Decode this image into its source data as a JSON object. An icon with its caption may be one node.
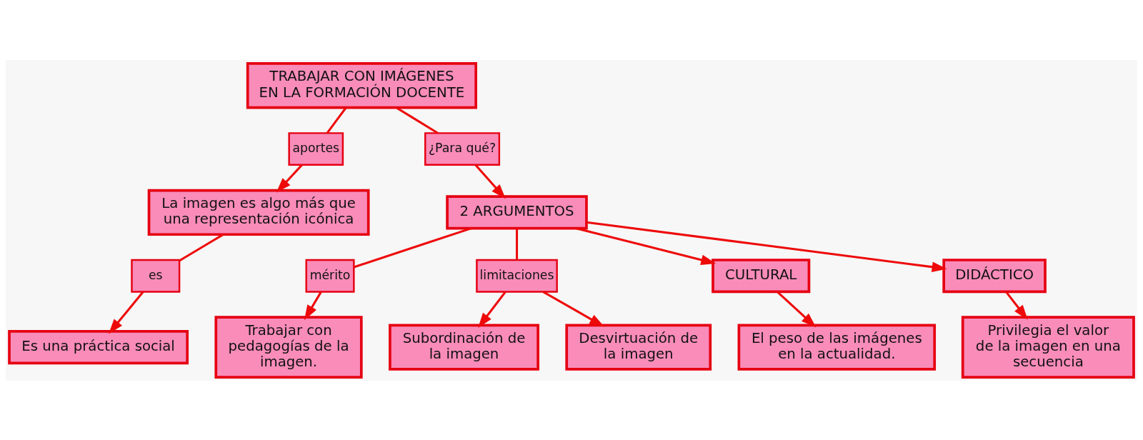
{
  "diagram": {
    "nodes": [
      {
        "text": [
          "La imagen es algo más que una representación icónica"
        ]
      },
      {
        "text": [
          "aportes"
        ]
      },
      {
        "text": [
          "TRABAJAR CON IMÁGENES EN LA FORMACIÓN DOCENTE"
        ]
      },
      {
        "text": [
          "es"
        ]
      },
      {
        "text": [
          "Subordinación de la imagen"
        ]
      },
      {
        "text": [
          "¿Para qué?"
        ]
      },
      {
        "text": [
          "Es una práctica social"
        ]
      },
      {
        "text": [
          "mérito"
        ]
      },
      {
        "text": [
          "2 ARGUMENTOS"
        ]
      },
      {
        "text": [
          "limitaciones"
        ]
      },
      {
        "text": [
          "Desvirtuación de la imagen"
        ]
      },
      {
        "text": [
          "Trabajar con pedagogías de la imagen."
        ]
      },
      {
        "text": [
          "CULTURAL"
        ]
      },
      {
        "text": [
          "DIDÁCTICO"
        ]
      },
      {
        "text": [
          "El peso de las imágenes en la actualidad."
        ]
      },
      {
        "text": [
          "Privilegia el valor de la imagen en una secuencia"
        ]
      }
    ],
    "edges": [
      {
        "from": 2,
        "to": 1,
        "arrow": "none"
      },
      {
        "from": 1,
        "to": 0,
        "arrow": "to"
      },
      {
        "from": 0,
        "to": 3,
        "arrow": "none"
      },
      {
        "from": 3,
        "to": 6,
        "arrow": "to"
      },
      {
        "from": 2,
        "to": 5,
        "arrow": "none"
      },
      {
        "from": 5,
        "to": 8,
        "arrow": "to"
      },
      {
        "from": 8,
        "to": 7,
        "arrow": "none"
      },
      {
        "from": 7,
        "to": 11,
        "arrow": "to"
      },
      {
        "from": 8,
        "to": 9,
        "arrow": "none"
      },
      {
        "from": 9,
        "to": 4,
        "arrow": "to"
      },
      {
        "from": 9,
        "to": 10,
        "arrow": "to"
      },
      {
        "from": 8,
        "to": 12,
        "arrow": "to"
      },
      {
        "from": 8,
        "to": 13,
        "arrow": "to"
      },
      {
        "from": 12,
        "to": 14,
        "arrow": "to"
      },
      {
        "from": 13,
        "to": 15,
        "arrow": "to"
      }
    ]
  }
}
